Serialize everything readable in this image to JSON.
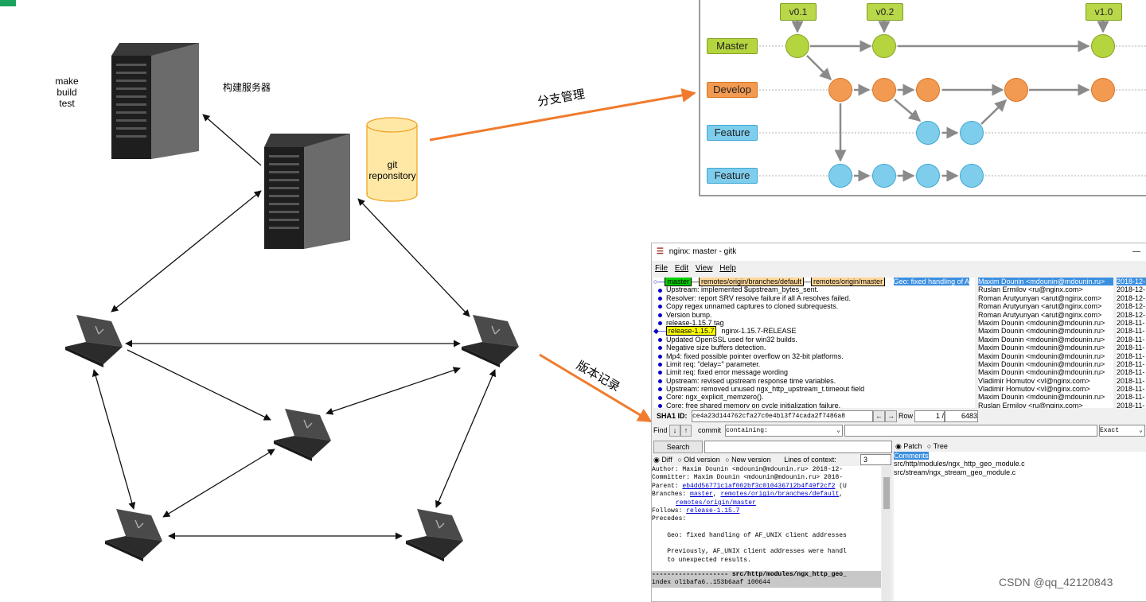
{
  "top_left_labels": {
    "make_build_test": [
      "make",
      "build",
      "test"
    ],
    "build_server": "构建服务器"
  },
  "repo": {
    "line1": "git",
    "line2": "reponsitory"
  },
  "arrows": {
    "branch_mgmt": "分支管理",
    "version_record": "版本记录"
  },
  "branch_diagram": {
    "tags": [
      "v0.1",
      "v0.2",
      "v1.0"
    ],
    "branches": [
      {
        "name": "Master",
        "color": "#b5d53e"
      },
      {
        "name": "Develop",
        "color": "#f39a52"
      },
      {
        "name": "Feature",
        "color": "#7fcdec"
      },
      {
        "name": "Feature",
        "color": "#7fcdec"
      }
    ]
  },
  "gitk": {
    "title": "nginx: master - gitk",
    "menu": [
      "File",
      "Edit",
      "View",
      "Help"
    ],
    "refs": {
      "master": "master",
      "remote_default": "remotes/origin/branches/default",
      "remote_master": "remotes/origin/master",
      "release": "release-1.15.7"
    },
    "commits": [
      {
        "msg": "Geo: fixed handling of A",
        "author": "Maxim Dounin <mdounin@mdounin.ru>",
        "date": "2018-12-"
      },
      {
        "msg": "Upstream: implemented $upstream_bytes_sent.",
        "author": "Ruslan Ermilov <ru@nginx.com>",
        "date": "2018-12-"
      },
      {
        "msg": "Resolver: report SRV resolve failure if all A resolves failed.",
        "author": "Roman Arutyunyan <arut@nginx.com>",
        "date": "2018-12-"
      },
      {
        "msg": "Copy regex unnamed captures to cloned subrequests.",
        "author": "Roman Arutyunyan <arut@nginx.com>",
        "date": "2018-12-"
      },
      {
        "msg": "Version bump.",
        "author": "Roman Arutyunyan <arut@nginx.com>",
        "date": "2018-12-"
      },
      {
        "msg": "release-1.15.7 tag",
        "author": "Maxim Dounin <mdounin@mdounin.ru>",
        "date": "2018-11-"
      },
      {
        "msg": "nginx-1.15.7-RELEASE",
        "author": "Maxim Dounin <mdounin@mdounin.ru>",
        "date": "2018-11-"
      },
      {
        "msg": "Updated OpenSSL used for win32 builds.",
        "author": "Maxim Dounin <mdounin@mdounin.ru>",
        "date": "2018-11-"
      },
      {
        "msg": "Negative size buffers detection.",
        "author": "Maxim Dounin <mdounin@mdounin.ru>",
        "date": "2018-11-"
      },
      {
        "msg": "Mp4: fixed possible pointer overflow on 32-bit platforms.",
        "author": "Maxim Dounin <mdounin@mdounin.ru>",
        "date": "2018-11-"
      },
      {
        "msg": "Limit req: \"delay=\" parameter.",
        "author": "Maxim Dounin <mdounin@mdounin.ru>",
        "date": "2018-11-"
      },
      {
        "msg": "Limit req: fixed error message wording",
        "author": "Maxim Dounin <mdounin@mdounin.ru>",
        "date": "2018-11-"
      },
      {
        "msg": "Upstream: revised upstream response time variables.",
        "author": "Vladimir Homutov <vl@nginx.com>",
        "date": "2018-11-"
      },
      {
        "msg": "Upstream: removed unused ngx_http_upstream_t.timeout field",
        "author": "Vladimir Homutov <vl@nginx.com>",
        "date": "2018-11-"
      },
      {
        "msg": "Core: ngx_explicit_memzero().",
        "author": "Maxim Dounin <mdounin@mdounin.ru>",
        "date": "2018-11-"
      },
      {
        "msg": "Core: free shared memory on cycle initialization failure.",
        "author": "Ruslan Ermilov <ru@nginx.com>",
        "date": "2018-11-"
      }
    ],
    "sha1_label": "SHA1 ID:",
    "sha1": "ce4a23d144762cfa27c0e4b13f74cada2f7486a8",
    "row_label": "Row",
    "row_current": "1 /",
    "row_total": "6483",
    "find_label": "Find",
    "commit_label": "commit",
    "containing": "containing:",
    "exact": "Exact",
    "search_btn": "Search",
    "patch_label": "Patch",
    "tree_label": "Tree",
    "diff_label": "Diff",
    "old_version": "Old version",
    "new_version": "New version",
    "context_label": "Lines of context:",
    "context_value": "3",
    "comments_label": "Comments",
    "files": [
      "src/http/modules/ngx_http_geo_module.c",
      "src/stream/ngx_stream_geo_module.c"
    ],
    "details": {
      "author": "Author: Maxim Dounin <mdounin@mdounin.ru>  2018-12-",
      "committer": "Committer: Maxim Dounin <mdounin@mdounin.ru>  2018-",
      "parent_label": "Parent: ",
      "parent": "eb4dd56771c1af002bf3c010436712b4f49f2cf2",
      "parent_tail": " (U",
      "branches_label": "Branches: ",
      "branch1": "master",
      "branch2": "remotes/origin/branches/default",
      "branch3": "remotes/origin/master",
      "follows_label": "Follows: ",
      "follows": "release-1.15.7",
      "precedes": "Precedes:",
      "body1": "    Geo: fixed handling of AF_UNIX client addresses",
      "body2": "    Previously, AF_UNIX client addresses were handl",
      "body3": "    to unexpected results.",
      "diffhead": "-------------------- src/http/modules/ngx_http_geo_",
      "index": "index ol1bafa6..153b6aaf 100644"
    }
  },
  "watermark": "CSDN @qq_42120843"
}
